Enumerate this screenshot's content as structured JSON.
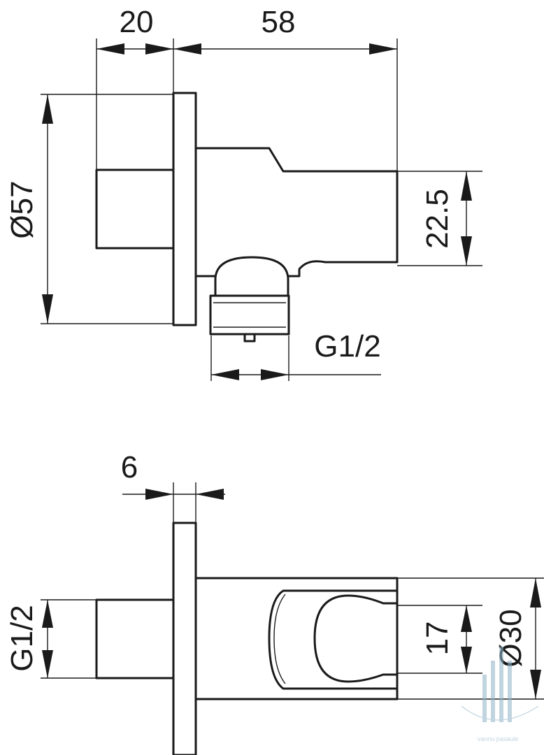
{
  "top_view": {
    "dim_flange_offset": "20",
    "dim_total_length": "58",
    "dim_flange_diameter": "Ø57",
    "dim_holder_height": "22.5",
    "dim_outlet_thread": "G1/2"
  },
  "bottom_view": {
    "dim_flange_thickness": "6",
    "dim_inlet_thread": "G1/2",
    "dim_holder_opening": "17",
    "dim_holder_diameter": "Ø30"
  },
  "watermark": {
    "text": "vannu pasaule",
    "color": "#8fb4c8"
  }
}
